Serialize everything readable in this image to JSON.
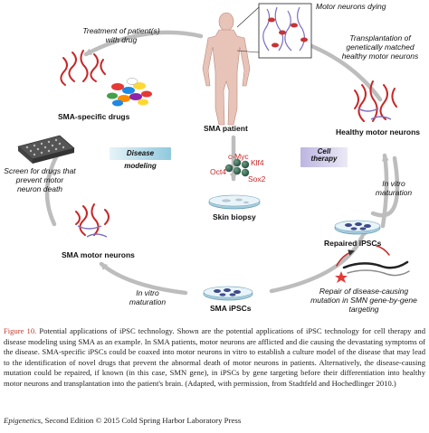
{
  "diagram": {
    "motor_neurons_dying": "Motor neurons dying",
    "treatment": "Treatment of patient(s) with drug",
    "transplantation": "Transplantation of genetically matched healthy motor neurons",
    "sma_drugs": "SMA-specific drugs",
    "sma_patient": "SMA patient",
    "healthy_neurons": "Healthy motor neurons",
    "disease_modeling": "Disease modeling",
    "cell_therapy": "Cell therapy",
    "factor_cmyc": "c-Myc",
    "factor_klf4": "Klf4",
    "factor_oct4": "Oct4",
    "factor_sox2": "Sox2",
    "screen_drugs": "Screen for drugs that prevent motor neuron death",
    "in_vitro_maturation_right": "In vitro maturation",
    "skin_biopsy": "Skin biopsy",
    "repaired_ipscs": "Repaired iPSCs",
    "sma_motor_neurons": "SMA motor neurons",
    "in_vitro_maturation_left": "In vitro maturation",
    "repair_mutation": "Repair of disease-causing mutation in SMN gene-by-gene targeting",
    "sma_ipscs": "SMA iPSCs"
  },
  "caption": {
    "figure_label": "Figure 10.",
    "text": "Potential applications of iPSC technology. Shown are the potential applications of iPSC technology for cell therapy and disease modeling using SMA as an example. In SMA patients, motor neurons are afflicted and die causing the devastating symptoms of the disease. SMA-specific iPSCs could be coaxed into motor neurons in vitro to establish a culture model of the disease that may lead to the identification of novel drugs that prevent the abnormal death of motor neurons in patients. Alternatively, the disease-causing mutation could be repaired, if known (in this case, SMN gene), in iPSCs by gene targeting before their differentiation into healthy motor neurons and transplantation into the patient's brain. (Adapted, with permission, from Stadtfeld and Hochedlinger 2010.)"
  },
  "footer": {
    "book": "Epigenetics",
    "rest": ", Second Edition © 2015 Cold Spring Harbor Laboratory Press"
  }
}
